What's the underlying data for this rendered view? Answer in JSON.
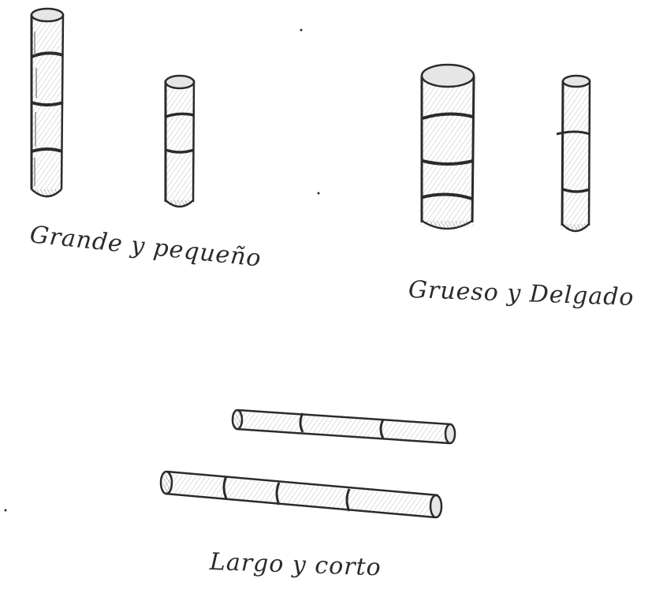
{
  "captions": {
    "size": "Grande y pequeño",
    "thickness": "Grueso y Delgado",
    "length": "Largo y corto"
  },
  "colors": {
    "ink": "#2b2b2b",
    "shading": "#cfcfcf",
    "paper": "#ffffff"
  },
  "drawing": {
    "medium": "pencil sketch",
    "objects": [
      "tall stick",
      "short stick",
      "thick stick",
      "thin stick",
      "short horizontal stick",
      "long horizontal stick"
    ]
  }
}
